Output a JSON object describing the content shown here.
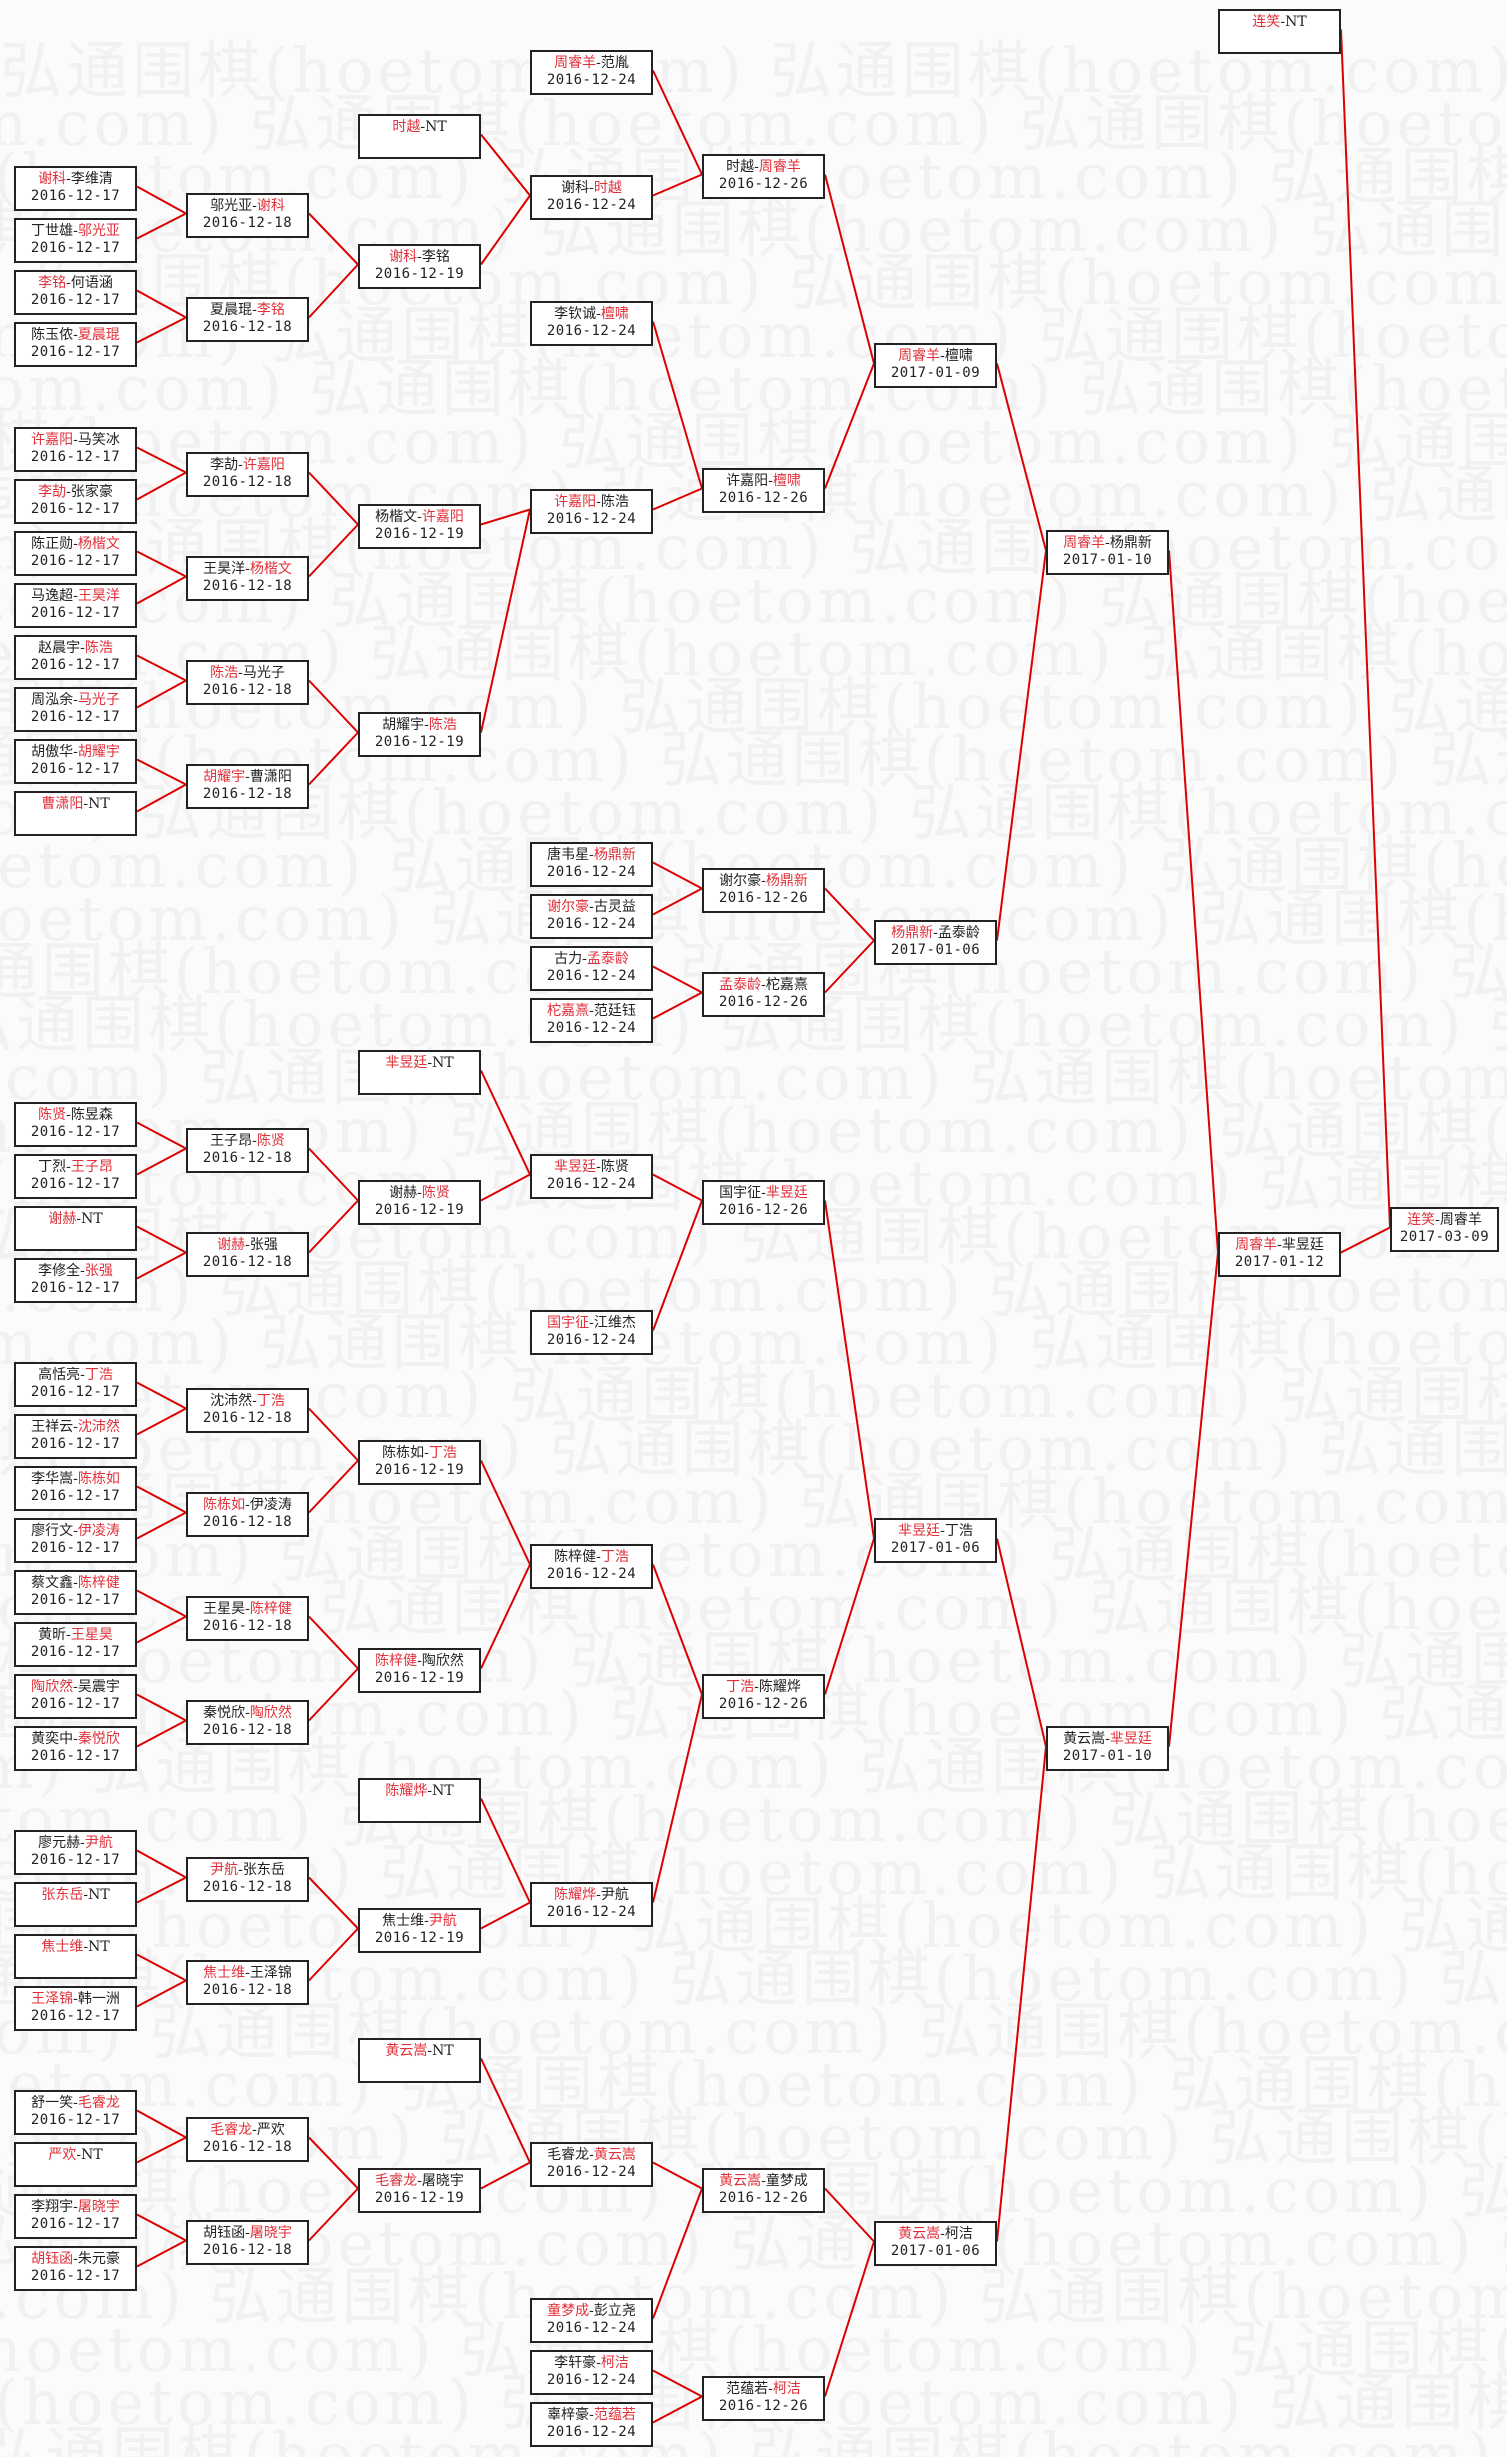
{
  "title": "弘通围棋 bracket",
  "watermark": "弘通围棋(hoetom.com)",
  "colors": {
    "winner": "#e0303a",
    "connector": "#dd0000",
    "border": "#222222"
  },
  "matches": [
    {
      "id": "r1-1",
      "round": 1,
      "p1": "谢科",
      "p2": "李维清",
      "winner": 1,
      "date": "2016-12-17"
    },
    {
      "id": "r1-2",
      "round": 1,
      "p1": "丁世雄",
      "p2": "邬光亚",
      "winner": 2,
      "date": "2016-12-17"
    },
    {
      "id": "r1-3",
      "round": 1,
      "p1": "李铭",
      "p2": "何语涵",
      "winner": 1,
      "date": "2016-12-17"
    },
    {
      "id": "r1-4",
      "round": 1,
      "p1": "陈玉侬",
      "p2": "夏晨琨",
      "winner": 2,
      "date": "2016-12-17"
    },
    {
      "id": "r1-5",
      "round": 1,
      "p1": "许嘉阳",
      "p2": "马笑冰",
      "winner": 1,
      "date": "2016-12-17"
    },
    {
      "id": "r1-6",
      "round": 1,
      "p1": "李劼",
      "p2": "张家豪",
      "winner": 1,
      "date": "2016-12-17"
    },
    {
      "id": "r1-7",
      "round": 1,
      "p1": "陈正勋",
      "p2": "杨楷文",
      "winner": 2,
      "date": "2016-12-17"
    },
    {
      "id": "r1-8",
      "round": 1,
      "p1": "马逸超",
      "p2": "王昊洋",
      "winner": 2,
      "date": "2016-12-17"
    },
    {
      "id": "r1-9",
      "round": 1,
      "p1": "赵晨宇",
      "p2": "陈浩",
      "winner": 2,
      "date": "2016-12-17"
    },
    {
      "id": "r1-10",
      "round": 1,
      "p1": "周泓余",
      "p2": "马光子",
      "winner": 2,
      "date": "2016-12-17"
    },
    {
      "id": "r1-11",
      "round": 1,
      "p1": "胡傲华",
      "p2": "胡耀宇",
      "winner": 2,
      "date": "2016-12-17"
    },
    {
      "id": "r1-12",
      "round": 1,
      "p1": "曹潇阳",
      "p2": "NT",
      "winner": 1,
      "date": ""
    },
    {
      "id": "r1-13",
      "round": 1,
      "p1": "陈贤",
      "p2": "陈昱森",
      "winner": 1,
      "date": "2016-12-17"
    },
    {
      "id": "r1-14",
      "round": 1,
      "p1": "丁烈",
      "p2": "王子昂",
      "winner": 2,
      "date": "2016-12-17"
    },
    {
      "id": "r1-15",
      "round": 1,
      "p1": "谢赫",
      "p2": "NT",
      "winner": 1,
      "date": ""
    },
    {
      "id": "r1-16",
      "round": 1,
      "p1": "李修全",
      "p2": "张强",
      "winner": 2,
      "date": "2016-12-17"
    },
    {
      "id": "r1-17",
      "round": 1,
      "p1": "高恬亮",
      "p2": "丁浩",
      "winner": 2,
      "date": "2016-12-17"
    },
    {
      "id": "r1-18",
      "round": 1,
      "p1": "王祥云",
      "p2": "沈沛然",
      "winner": 2,
      "date": "2016-12-17"
    },
    {
      "id": "r1-19",
      "round": 1,
      "p1": "李华嵩",
      "p2": "陈栋如",
      "winner": 2,
      "date": "2016-12-17"
    },
    {
      "id": "r1-20",
      "round": 1,
      "p1": "廖行文",
      "p2": "伊凌涛",
      "winner": 2,
      "date": "2016-12-17"
    },
    {
      "id": "r1-21",
      "round": 1,
      "p1": "蔡文鑫",
      "p2": "陈梓健",
      "winner": 2,
      "date": "2016-12-17"
    },
    {
      "id": "r1-22",
      "round": 1,
      "p1": "黄昕",
      "p2": "王星昊",
      "winner": 2,
      "date": "2016-12-17"
    },
    {
      "id": "r1-23",
      "round": 1,
      "p1": "陶欣然",
      "p2": "吴震宇",
      "winner": 1,
      "date": "2016-12-17"
    },
    {
      "id": "r1-24",
      "round": 1,
      "p1": "黄奕中",
      "p2": "秦悦欣",
      "winner": 2,
      "date": "2016-12-17"
    },
    {
      "id": "r1-25",
      "round": 1,
      "p1": "廖元赫",
      "p2": "尹航",
      "winner": 2,
      "date": "2016-12-17"
    },
    {
      "id": "r1-26",
      "round": 1,
      "p1": "张东岳",
      "p2": "NT",
      "winner": 1,
      "date": ""
    },
    {
      "id": "r1-27",
      "round": 1,
      "p1": "焦士维",
      "p2": "NT",
      "winner": 1,
      "date": ""
    },
    {
      "id": "r1-28",
      "round": 1,
      "p1": "王泽锦",
      "p2": "韩一洲",
      "winner": 1,
      "date": "2016-12-17"
    },
    {
      "id": "r1-29",
      "round": 1,
      "p1": "舒一笑",
      "p2": "毛睿龙",
      "winner": 2,
      "date": "2016-12-17"
    },
    {
      "id": "r1-30",
      "round": 1,
      "p1": "严欢",
      "p2": "NT",
      "winner": 1,
      "date": ""
    },
    {
      "id": "r1-31",
      "round": 1,
      "p1": "李翔宇",
      "p2": "屠晓宇",
      "winner": 2,
      "date": "2016-12-17"
    },
    {
      "id": "r1-32",
      "round": 1,
      "p1": "胡钰函",
      "p2": "朱元豪",
      "winner": 1,
      "date": "2016-12-17"
    },
    {
      "id": "r2-1",
      "round": 2,
      "p1": "邬光亚",
      "p2": "谢科",
      "winner": 2,
      "date": "2016-12-18"
    },
    {
      "id": "r2-2",
      "round": 2,
      "p1": "夏晨琨",
      "p2": "李铭",
      "winner": 2,
      "date": "2016-12-18"
    },
    {
      "id": "r2-3",
      "round": 2,
      "p1": "李劼",
      "p2": "许嘉阳",
      "winner": 2,
      "date": "2016-12-18"
    },
    {
      "id": "r2-4",
      "round": 2,
      "p1": "王昊洋",
      "p2": "杨楷文",
      "winner": 2,
      "date": "2016-12-18"
    },
    {
      "id": "r2-5",
      "round": 2,
      "p1": "陈浩",
      "p2": "马光子",
      "winner": 1,
      "date": "2016-12-18"
    },
    {
      "id": "r2-6",
      "round": 2,
      "p1": "胡耀宇",
      "p2": "曹潇阳",
      "winner": 1,
      "date": "2016-12-18"
    },
    {
      "id": "r2-7",
      "round": 2,
      "p1": "王子昂",
      "p2": "陈贤",
      "winner": 2,
      "date": "2016-12-18"
    },
    {
      "id": "r2-8",
      "round": 2,
      "p1": "谢赫",
      "p2": "张强",
      "winner": 1,
      "date": "2016-12-18"
    },
    {
      "id": "r2-9",
      "round": 2,
      "p1": "沈沛然",
      "p2": "丁浩",
      "winner": 2,
      "date": "2016-12-18"
    },
    {
      "id": "r2-10",
      "round": 2,
      "p1": "陈栋如",
      "p2": "伊凌涛",
      "winner": 1,
      "date": "2016-12-18"
    },
    {
      "id": "r2-11",
      "round": 2,
      "p1": "王星昊",
      "p2": "陈梓健",
      "winner": 2,
      "date": "2016-12-18"
    },
    {
      "id": "r2-12",
      "round": 2,
      "p1": "秦悦欣",
      "p2": "陶欣然",
      "winner": 2,
      "date": "2016-12-18"
    },
    {
      "id": "r2-13",
      "round": 2,
      "p1": "尹航",
      "p2": "张东岳",
      "winner": 1,
      "date": "2016-12-18"
    },
    {
      "id": "r2-14",
      "round": 2,
      "p1": "焦士维",
      "p2": "王泽锦",
      "winner": 1,
      "date": "2016-12-18"
    },
    {
      "id": "r2-15",
      "round": 2,
      "p1": "毛睿龙",
      "p2": "严欢",
      "winner": 1,
      "date": "2016-12-18"
    },
    {
      "id": "r2-16",
      "round": 2,
      "p1": "胡钰函",
      "p2": "屠晓宇",
      "winner": 2,
      "date": "2016-12-18"
    },
    {
      "id": "r3-bye1",
      "round": 3,
      "p1": "时越",
      "p2": "NT",
      "winner": 1,
      "date": ""
    },
    {
      "id": "r3-1",
      "round": 3,
      "p1": "谢科",
      "p2": "李铭",
      "winner": 1,
      "date": "2016-12-19"
    },
    {
      "id": "r3-2",
      "round": 3,
      "p1": "杨楷文",
      "p2": "许嘉阳",
      "winner": 2,
      "date": "2016-12-19"
    },
    {
      "id": "r3-3",
      "round": 3,
      "p1": "胡耀宇",
      "p2": "陈浩",
      "winner": 2,
      "date": "2016-12-19"
    },
    {
      "id": "r3-bye2",
      "round": 3,
      "p1": "芈昱廷",
      "p2": "NT",
      "winner": 1,
      "date": ""
    },
    {
      "id": "r3-4",
      "round": 3,
      "p1": "谢赫",
      "p2": "陈贤",
      "winner": 2,
      "date": "2016-12-19"
    },
    {
      "id": "r3-5",
      "round": 3,
      "p1": "陈栋如",
      "p2": "丁浩",
      "winner": 2,
      "date": "2016-12-19"
    },
    {
      "id": "r3-6",
      "round": 3,
      "p1": "陈梓健",
      "p2": "陶欣然",
      "winner": 1,
      "date": "2016-12-19"
    },
    {
      "id": "r3-bye3",
      "round": 3,
      "p1": "陈耀烨",
      "p2": "NT",
      "winner": 1,
      "date": ""
    },
    {
      "id": "r3-7",
      "round": 3,
      "p1": "焦士维",
      "p2": "尹航",
      "winner": 2,
      "date": "2016-12-19"
    },
    {
      "id": "r3-bye4",
      "round": 3,
      "p1": "黄云嵩",
      "p2": "NT",
      "winner": 1,
      "date": ""
    },
    {
      "id": "r3-8",
      "round": 3,
      "p1": "毛睿龙",
      "p2": "屠晓宇",
      "winner": 1,
      "date": "2016-12-19"
    },
    {
      "id": "r4-1",
      "round": 4,
      "p1": "周睿羊",
      "p2": "范胤",
      "winner": 1,
      "date": "2016-12-24"
    },
    {
      "id": "r4-2",
      "round": 4,
      "p1": "谢科",
      "p2": "时越",
      "winner": 2,
      "date": "2016-12-24"
    },
    {
      "id": "r4-3",
      "round": 4,
      "p1": "李钦诚",
      "p2": "檀啸",
      "winner": 2,
      "date": "2016-12-24"
    },
    {
      "id": "r4-4",
      "round": 4,
      "p1": "许嘉阳",
      "p2": "陈浩",
      "winner": 1,
      "date": "2016-12-24"
    },
    {
      "id": "r4-5",
      "round": 4,
      "p1": "唐韦星",
      "p2": "杨鼎新",
      "winner": 2,
      "date": "2016-12-24"
    },
    {
      "id": "r4-6",
      "round": 4,
      "p1": "谢尔豪",
      "p2": "古灵益",
      "winner": 1,
      "date": "2016-12-24"
    },
    {
      "id": "r4-7",
      "round": 4,
      "p1": "古力",
      "p2": "孟泰龄",
      "winner": 2,
      "date": "2016-12-24"
    },
    {
      "id": "r4-8",
      "round": 4,
      "p1": "柁嘉熹",
      "p2": "范廷钰",
      "winner": 1,
      "date": "2016-12-24"
    },
    {
      "id": "r4-9",
      "round": 4,
      "p1": "芈昱廷",
      "p2": "陈贤",
      "winner": 1,
      "date": "2016-12-24"
    },
    {
      "id": "r4-10",
      "round": 4,
      "p1": "国宇征",
      "p2": "江维杰",
      "winner": 1,
      "date": "2016-12-24"
    },
    {
      "id": "r4-11",
      "round": 4,
      "p1": "陈梓健",
      "p2": "丁浩",
      "winner": 2,
      "date": "2016-12-24"
    },
    {
      "id": "r4-12",
      "round": 4,
      "p1": "陈耀烨",
      "p2": "尹航",
      "winner": 1,
      "date": "2016-12-24"
    },
    {
      "id": "r4-13",
      "round": 4,
      "p1": "毛睿龙",
      "p2": "黄云嵩",
      "winner": 2,
      "date": "2016-12-24"
    },
    {
      "id": "r4-14",
      "round": 4,
      "p1": "童梦成",
      "p2": "彭立尧",
      "winner": 1,
      "date": "2016-12-24"
    },
    {
      "id": "r4-15",
      "round": 4,
      "p1": "李轩豪",
      "p2": "柯洁",
      "winner": 2,
      "date": "2016-12-24"
    },
    {
      "id": "r4-16",
      "round": 4,
      "p1": "辜梓豪",
      "p2": "范蕴若",
      "winner": 2,
      "date": "2016-12-24"
    },
    {
      "id": "r5-1",
      "round": 5,
      "p1": "时越",
      "p2": "周睿羊",
      "winner": 2,
      "date": "2016-12-26"
    },
    {
      "id": "r5-2",
      "round": 5,
      "p1": "许嘉阳",
      "p2": "檀啸",
      "winner": 2,
      "date": "2016-12-26"
    },
    {
      "id": "r5-3",
      "round": 5,
      "p1": "谢尔豪",
      "p2": "杨鼎新",
      "winner": 2,
      "date": "2016-12-26"
    },
    {
      "id": "r5-4",
      "round": 5,
      "p1": "孟泰龄",
      "p2": "柁嘉熹",
      "winner": 1,
      "date": "2016-12-26"
    },
    {
      "id": "r5-5",
      "round": 5,
      "p1": "国宇征",
      "p2": "芈昱廷",
      "winner": 2,
      "date": "2016-12-26"
    },
    {
      "id": "r5-6",
      "round": 5,
      "p1": "丁浩",
      "p2": "陈耀烨",
      "winner": 1,
      "date": "2016-12-26"
    },
    {
      "id": "r5-7",
      "round": 5,
      "p1": "黄云嵩",
      "p2": "童梦成",
      "winner": 1,
      "date": "2016-12-26"
    },
    {
      "id": "r5-8",
      "round": 5,
      "p1": "范蕴若",
      "p2": "柯洁",
      "winner": 2,
      "date": "2016-12-26"
    },
    {
      "id": "r6-1",
      "round": 6,
      "p1": "周睿羊",
      "p2": "檀啸",
      "winner": 1,
      "date": "2017-01-09"
    },
    {
      "id": "r6-2",
      "round": 6,
      "p1": "杨鼎新",
      "p2": "孟泰龄",
      "winner": 1,
      "date": "2017-01-06"
    },
    {
      "id": "r6-3",
      "round": 6,
      "p1": "芈昱廷",
      "p2": "丁浩",
      "winner": 1,
      "date": "2017-01-06"
    },
    {
      "id": "r6-4",
      "round": 6,
      "p1": "黄云嵩",
      "p2": "柯洁",
      "winner": 1,
      "date": "2017-01-06"
    },
    {
      "id": "r7-1",
      "round": 7,
      "p1": "周睿羊",
      "p2": "杨鼎新",
      "winner": 1,
      "date": "2017-01-10"
    },
    {
      "id": "r7-2",
      "round": 7,
      "p1": "黄云嵩",
      "p2": "芈昱廷",
      "winner": 2,
      "date": "2017-01-10"
    },
    {
      "id": "r8-bye",
      "round": 8,
      "p1": "连笑",
      "p2": "NT",
      "winner": 1,
      "date": ""
    },
    {
      "id": "r8-1",
      "round": 8,
      "p1": "周睿羊",
      "p2": "芈昱廷",
      "winner": 1,
      "date": "2017-01-12"
    },
    {
      "id": "final",
      "round": 9,
      "p1": "连笑",
      "p2": "周睿羊",
      "winner": 1,
      "date": "2017-03-09"
    }
  ]
}
